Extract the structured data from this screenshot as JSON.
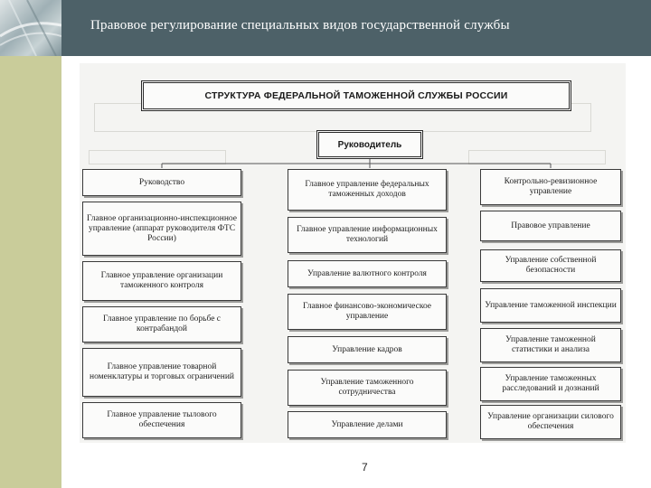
{
  "header": {
    "title": "Правовое регулирование специальных видов государственной службы"
  },
  "diagram": {
    "title": "СТРУКТУРА ФЕДЕРАЛЬНОЙ ТАМОЖЕННОЙ СЛУЖБЫ РОССИИ",
    "head": "Руководитель",
    "left_column": [
      "Руководство",
      "Главное организационно-инспекционное управление (аппарат руководителя ФТС России)",
      "Главное управление организации таможенного контроля",
      "Главное управление по борьбе с контрабандой",
      "Главное управление товарной номенклатуры и торговых ограничений",
      "Главное управление тылового обеспечения"
    ],
    "middle_column": [
      "Главное управление федеральных таможенных доходов",
      "Главное управление информационных технологий",
      "Управление валютного контроля",
      "Главное финансово-экономическое управление",
      "Управление кадров",
      "Управление таможенного сотрудничества",
      "Управление делами"
    ],
    "right_column": [
      "Контрольно-ревизионное управление",
      "Правовое управление",
      "Управление собственной безопасности",
      "Управление таможенной инспекции",
      "Управление таможенной статистики и анализа",
      "Управление таможенных расследований и дознаний",
      "Управление организации силового обеспечения"
    ]
  },
  "footer": {
    "page_number": "7"
  }
}
